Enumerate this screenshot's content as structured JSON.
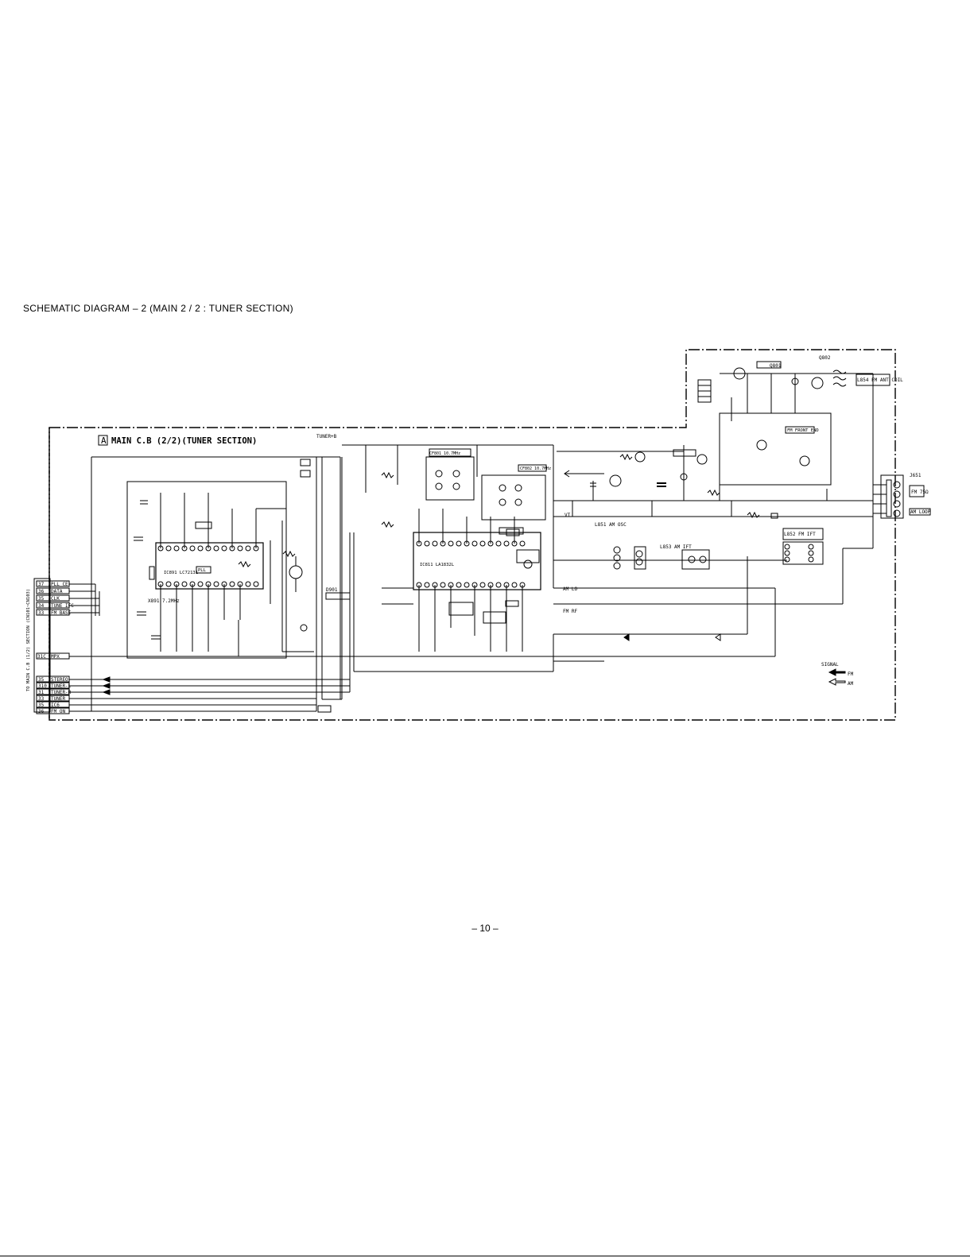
{
  "page": {
    "title": "SCHEMATIC DIAGRAM – 2 (MAIN 2 / 2 : TUNER SECTION)",
    "page_number": "– 10 –"
  },
  "board": {
    "marker": "A",
    "label": "MAIN C.B (2/2)(TUNER SECTION)"
  },
  "left_connector": {
    "label": "TO MAIN C.B (1/2) SECTION (CN101~CN103)",
    "pins_upper": [
      {
        "num": "37",
        "name": "PLL CE"
      },
      {
        "num": "36",
        "name": "DATA"
      },
      {
        "num": "35",
        "name": "CLK"
      },
      {
        "num": "34",
        "name": "TUNE IFC"
      },
      {
        "num": "33",
        "name": "FM BASE"
      }
    ],
    "pin_mid": {
      "num": "31C",
      "name": "MPX"
    },
    "pins_lower": [
      {
        "num": "35",
        "name": "STEREO"
      },
      {
        "num": "310",
        "name": "TUNER-L"
      },
      {
        "num": "31",
        "name": "TUNER-R"
      },
      {
        "num": "33",
        "name": "TUNER"
      },
      {
        "num": "35",
        "name": "IC6"
      },
      {
        "num": "36",
        "name": "FM ON"
      }
    ]
  },
  "antenna": {
    "jack": "J651",
    "labels": [
      "FM 75Ω",
      "AM LOOP"
    ]
  },
  "components": {
    "pll_ic": "IC891 LC72131",
    "pll_label": "PLL",
    "if_ic": "IC811 LA1832L",
    "fm_front_end": "FM FRONT END",
    "q801": "Q801",
    "q802": "Q802",
    "filter1": "CF801 10.7MHz",
    "filter2": "CF802 10.7MHz",
    "l851": "L851 AM OSC",
    "l852": "L852 FM IFT",
    "l853": "L853 AM IFT",
    "l854": "L854 FM ANT COIL",
    "x891": "X891 7.2MHz",
    "d901": "D901",
    "vt": "VT",
    "tuner_plus": "TUNER+B",
    "am_lo": "AM LO",
    "fm_rf": "FM RF",
    "signal_legend": "SIGNAL",
    "fm_path": "FM",
    "am_path": "AM"
  }
}
